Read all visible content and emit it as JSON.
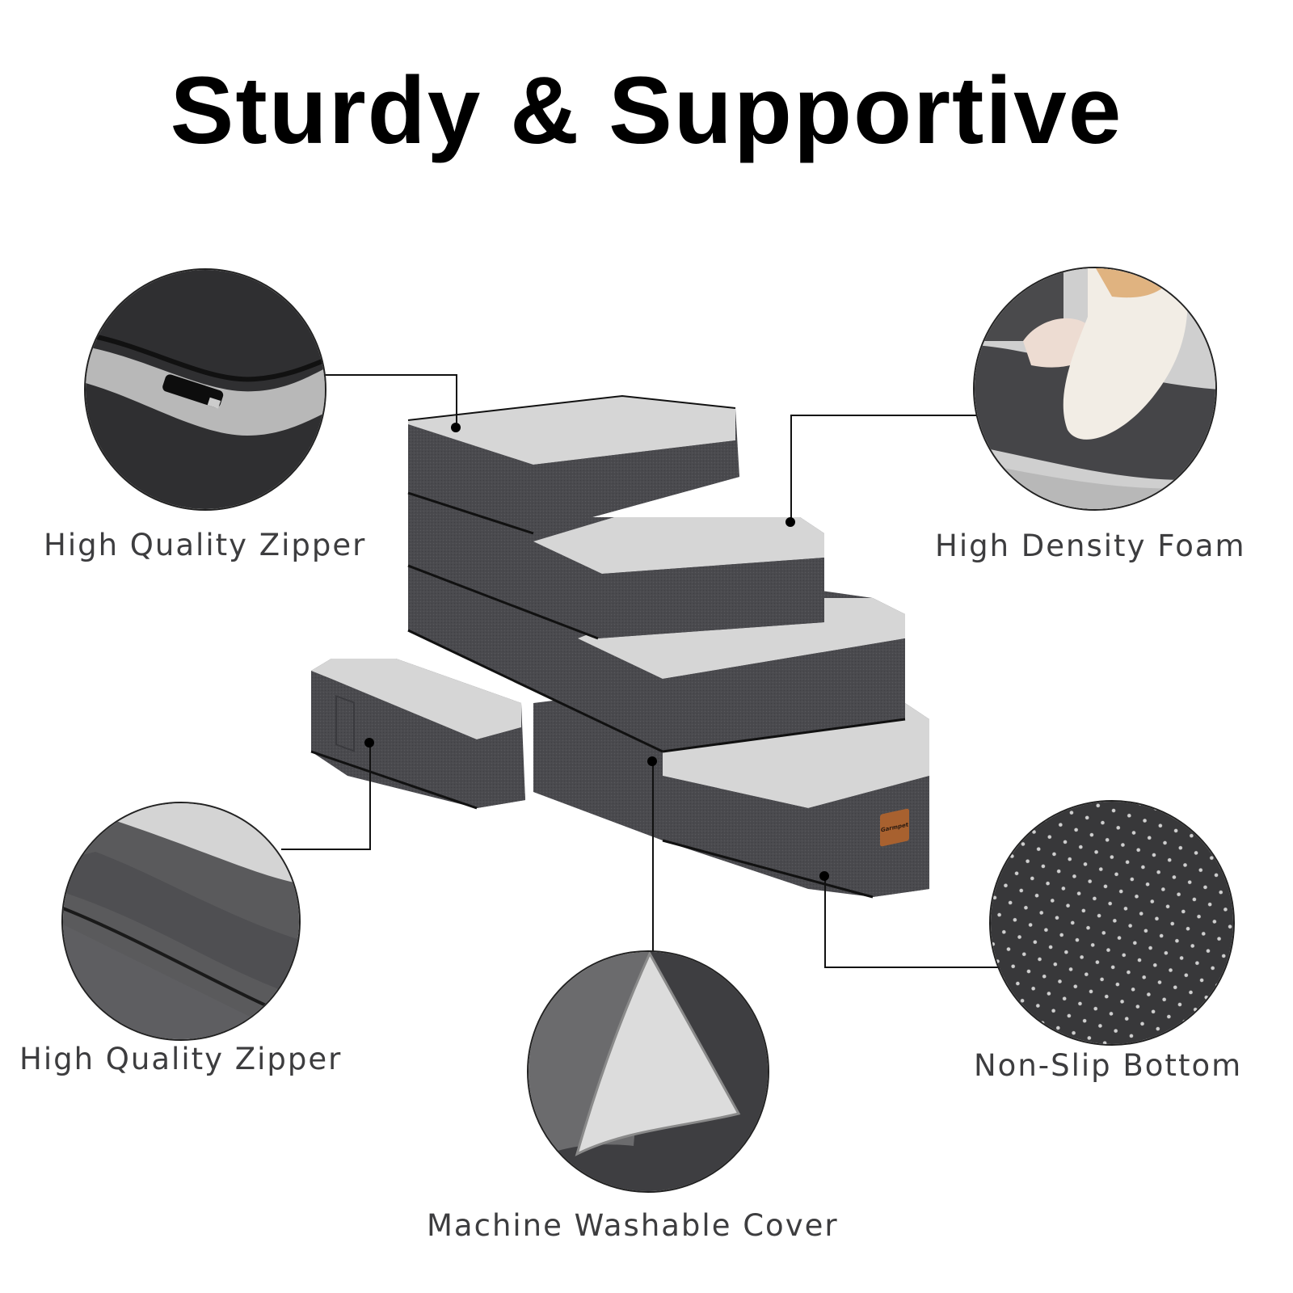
{
  "title": "Sturdy & Supportive",
  "product": {
    "brand_tag": "Garmpet",
    "colors": {
      "fabric": "#4a4a4e",
      "top": "#d8d8d8",
      "tag": "#a8612f"
    }
  },
  "features": [
    {
      "label": "High Quality Zipper",
      "position": "top-left"
    },
    {
      "label": "High Density Foam",
      "position": "top-right"
    },
    {
      "label": "High Quality Zipper",
      "position": "bottom-left"
    },
    {
      "label": "Machine Washable Cover",
      "position": "bottom-center"
    },
    {
      "label": "Non-Slip Bottom",
      "position": "bottom-right"
    }
  ]
}
